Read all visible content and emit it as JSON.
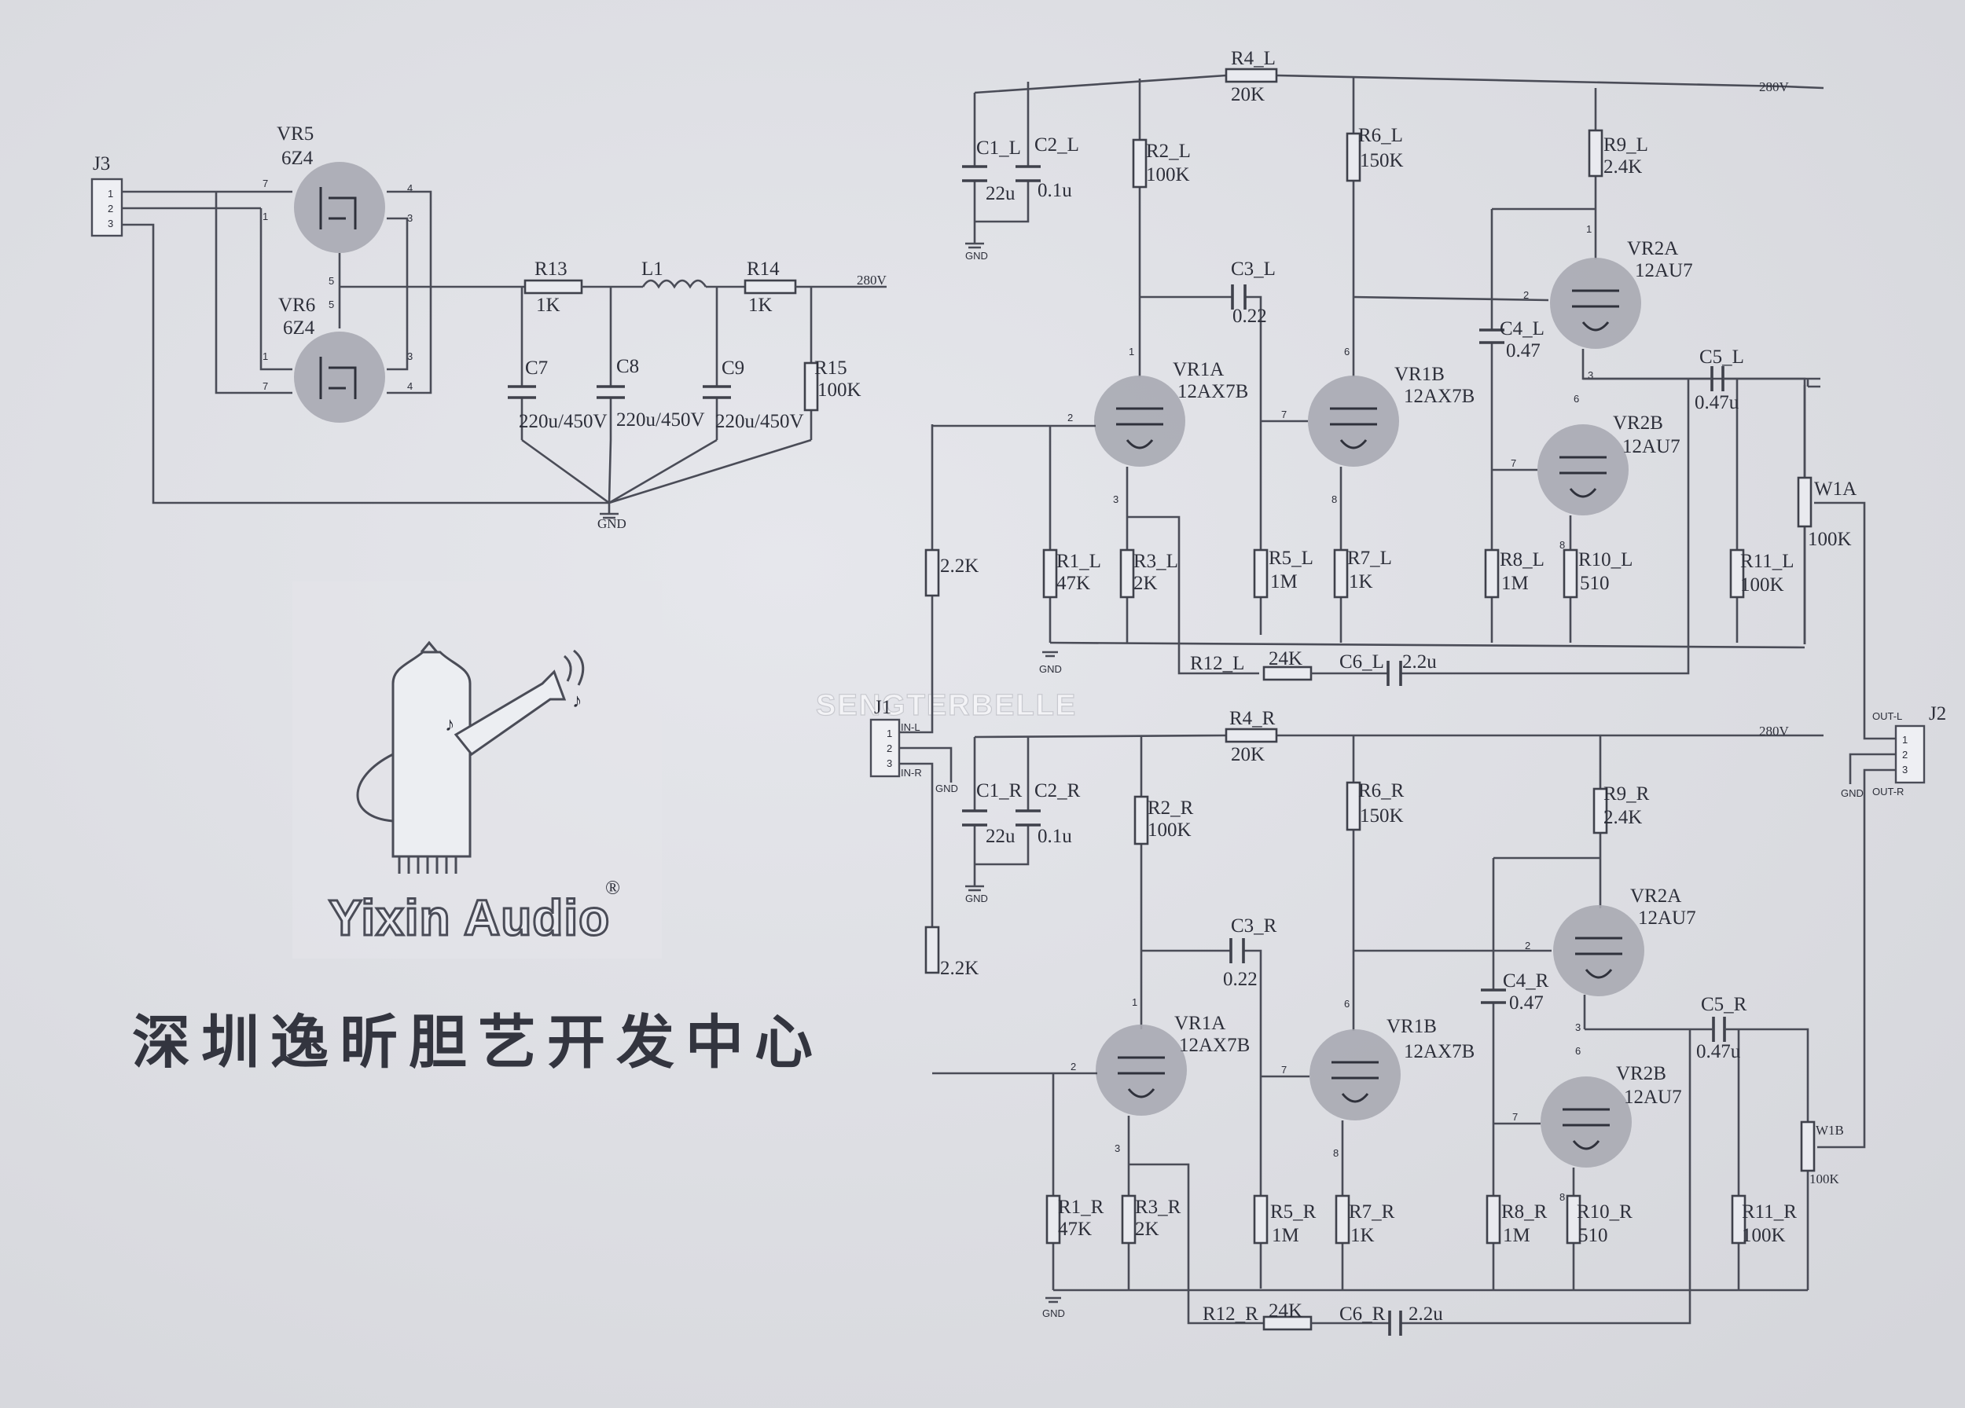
{
  "watermark": "SENGTERBELLE",
  "logo": {
    "brand": "Yixin Audio",
    "registered": "®"
  },
  "company_cn": "深圳逸昕胆艺开发中心",
  "power": {
    "connector": "J3",
    "pins": [
      "1",
      "2",
      "3"
    ],
    "rectifiers": [
      {
        "ref": "VR5",
        "type": "6Z4"
      },
      {
        "ref": "VR6",
        "type": "6Z4"
      }
    ],
    "rect_pins": [
      "7",
      "4",
      "1",
      "3",
      "5",
      "5",
      "1",
      "3",
      "7",
      "4"
    ],
    "r13": {
      "ref": "R13",
      "value": "1K"
    },
    "l1": {
      "ref": "L1"
    },
    "r14": {
      "ref": "R14",
      "value": "1K"
    },
    "r15": {
      "ref": "R15",
      "value": "100K"
    },
    "caps": [
      {
        "ref": "C7",
        "value": "220u/450V"
      },
      {
        "ref": "C8",
        "value": "220u/450V"
      },
      {
        "ref": "C9",
        "value": "220u/450V"
      }
    ],
    "b_plus": "280V",
    "gnd": "GND"
  },
  "input": {
    "connector": "J1",
    "pins": [
      "1",
      "2",
      "3"
    ],
    "in_l": "IN-L",
    "in_r": "IN-R",
    "gnd": "GND"
  },
  "output": {
    "connector": "J2",
    "pins": [
      "1",
      "2",
      "3"
    ],
    "out_l": "OUT-L",
    "out_r": "OUT-R",
    "gnd": "GND"
  },
  "input_res_l": "2.2K",
  "input_res_r": "2.2K",
  "left": {
    "R4": "R4_L",
    "R4v": "20K",
    "bplus": "280V",
    "C1": "C1_L",
    "C1v": "22u",
    "C2": "C2_L",
    "C2v": "0.1u",
    "R2": "R2_L",
    "R2v": "100K",
    "R6": "R6_L",
    "R6v": "150K",
    "R9": "R9_L",
    "R9v": "2.4K",
    "C3": "C3_L",
    "C3v": "0.22",
    "C4": "C4_L",
    "C4v": "0.47",
    "C5": "C5_L",
    "C5v": "0.47u",
    "VR1A": "VR1A",
    "VR1B": "VR1B",
    "VR2A": "VR2A",
    "VR2B": "VR2B",
    "t12AX7": "12AX7B",
    "t12AU7": "12AU7",
    "W1": "W1A",
    "W1v": "100K",
    "R1": "R1_L",
    "R1v": "47K",
    "R3": "R3_L",
    "R3v": "2K",
    "R5": "R5_L",
    "R5v": "1M",
    "R7": "R7_L",
    "R7v": "1K",
    "R8": "R8_L",
    "R8v": "1M",
    "R10": "R10_L",
    "R10v": "510",
    "R11": "R11_L",
    "R11v": "100K",
    "R12": "R12_L",
    "R12v": "24K",
    "C6": "C6_L",
    "C6v": "2.2u",
    "gnd": "GND",
    "pins": {
      "p1": "1",
      "p2": "2",
      "p3": "3",
      "p6": "6",
      "p7": "7",
      "p8": "8",
      "q1": "1",
      "q2": "2",
      "q3": "3",
      "q6": "6",
      "q7": "7",
      "q8": "8"
    }
  },
  "right": {
    "R4": "R4_R",
    "R4v": "20K",
    "bplus": "280V",
    "C1": "C1_R",
    "C1v": "22u",
    "C2": "C2_R",
    "C2v": "0.1u",
    "R2": "R2_R",
    "R2v": "100K",
    "R6": "R6_R",
    "R6v": "150K",
    "R9": "R9_R",
    "R9v": "2.4K",
    "C3": "C3_R",
    "C3v": "0.22",
    "C4": "C4_R",
    "C4v": "0.47",
    "C5": "C5_R",
    "C5v": "0.47u",
    "VR1A": "VR1A",
    "VR1B": "VR1B",
    "VR2A": "VR2A",
    "VR2B": "VR2B",
    "t12AX7": "12AX7B",
    "t12AU7": "12AU7",
    "W1": "W1B",
    "W1v": "100K",
    "R1": "R1_R",
    "R1v": "47K",
    "R3": "R3_R",
    "R3v": "2K",
    "R5": "R5_R",
    "R5v": "1M",
    "R7": "R7_R",
    "R7v": "1K",
    "R8": "R8_R",
    "R8v": "1M",
    "R10": "R10_R",
    "R10v": "510",
    "R11": "R11_R",
    "R11v": "100K",
    "R12": "R12_R",
    "R12v": "24K",
    "C6": "C6_R",
    "C6v": "2.2u",
    "gnd": "GND",
    "pins": {
      "p1": "1",
      "p2": "2",
      "p3": "3",
      "p6": "6",
      "p7": "7",
      "p8": "8",
      "q1": "1",
      "q2": "2",
      "q3": "3",
      "q6": "6",
      "q7": "7",
      "q8": "8"
    }
  }
}
